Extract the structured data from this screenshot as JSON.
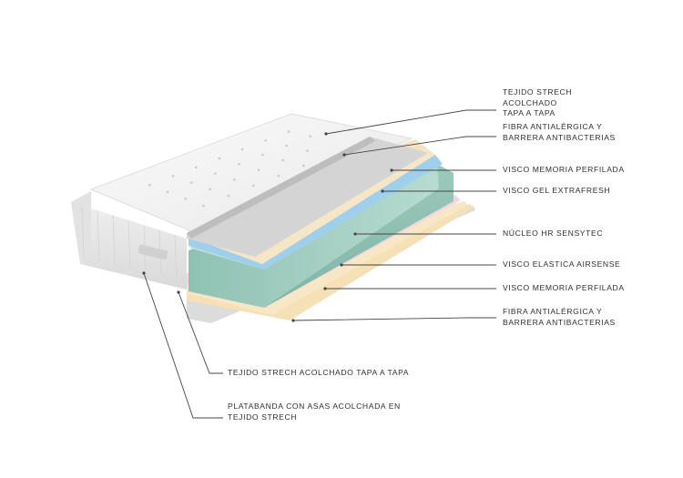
{
  "labels": {
    "right": [
      {
        "text": "TEJIDO STRECH ACOLCHADO TAPA A TAPA",
        "lines": [
          "TEJIDO STRECH",
          "ACOLCHADO",
          "TAPA A TAPA"
        ]
      },
      {
        "text": "FIBRA ANTIALÉRGICA Y BARRERA ANTIBACTERIAS",
        "lines": [
          "FIBRA ANTIALÉRGICA Y",
          "BARRERA ANTIBACTERIAS"
        ]
      },
      {
        "text": "VISCO MEMORIA PERFILADA",
        "lines": [
          "VISCO MEMORIA PERFILADA"
        ]
      },
      {
        "text": "VISCO GEL EXTRAFRESH",
        "lines": [
          "VISCO GEL EXTRAFRESH"
        ]
      },
      {
        "text": "NÚCLEO HR SENSYTEC",
        "lines": [
          "NÚCLEO HR SENSYTEC"
        ]
      },
      {
        "text": "VISCO ELASTICA AIRSENSE",
        "lines": [
          "VISCO ELASTICA AIRSENSE"
        ]
      },
      {
        "text": "VISCO MEMORIA PERFILADA",
        "lines": [
          "VISCO MEMORIA PERFILADA"
        ]
      },
      {
        "text": "FIBRA ANTIALÉRGICA Y BARRERA ANTIBACTERIAS",
        "lines": [
          "FIBRA ANTIALÉRGICA Y",
          "BARRERA ANTIBACTERIAS"
        ]
      }
    ],
    "bottom": [
      {
        "text": "TEJIDO STRECH ACOLCHADO TAPA A TAPA",
        "lines": [
          "TEJIDO STRECH ACOLCHADO TAPA A TAPA"
        ]
      },
      {
        "text": "PLATABANDA CON ASAS ACOLCHADA EN TEJIDO STRECH",
        "lines": [
          "PLATABANDA CON ASAS ACOLCHADA EN",
          "TEJIDO STRECH"
        ]
      }
    ]
  },
  "colors": {
    "quilted_top": "#f2f2f2",
    "side_fabric": "#e6e6e6",
    "grey_cover": "#d4d4d4",
    "fiber_layer": "#f4e2c2",
    "visco_gel": "#9fcfea",
    "core_hr": "#a9d2c6",
    "airsense": "#f1d6e4",
    "memory_bottom": "#f6e0b6",
    "leader_line": "#444444",
    "text": "#2f2f2f"
  }
}
